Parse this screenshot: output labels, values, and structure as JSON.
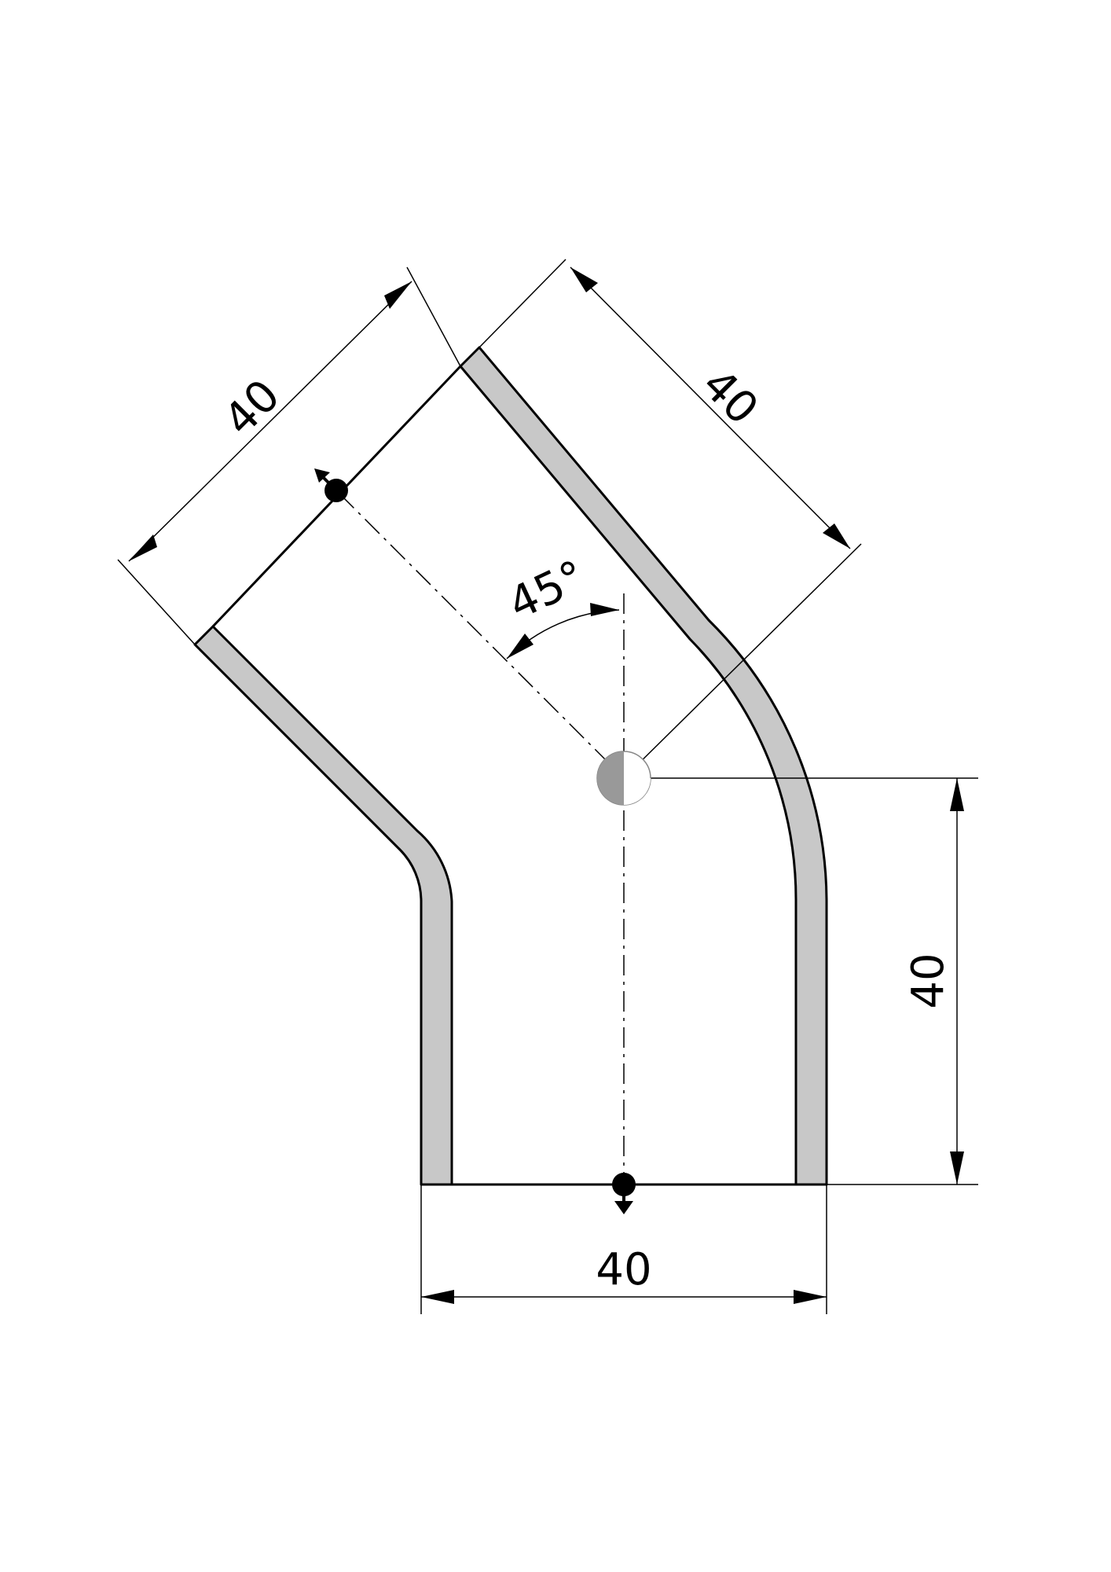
{
  "dimensions": {
    "upper_left_width": "40",
    "upper_right_length": "40",
    "right_height": "40",
    "bottom_width": "40",
    "bend_angle": "45°"
  },
  "colors": {
    "wall_fill": "#c8c8c8",
    "line": "#000000",
    "marker_grey": "#999999"
  }
}
